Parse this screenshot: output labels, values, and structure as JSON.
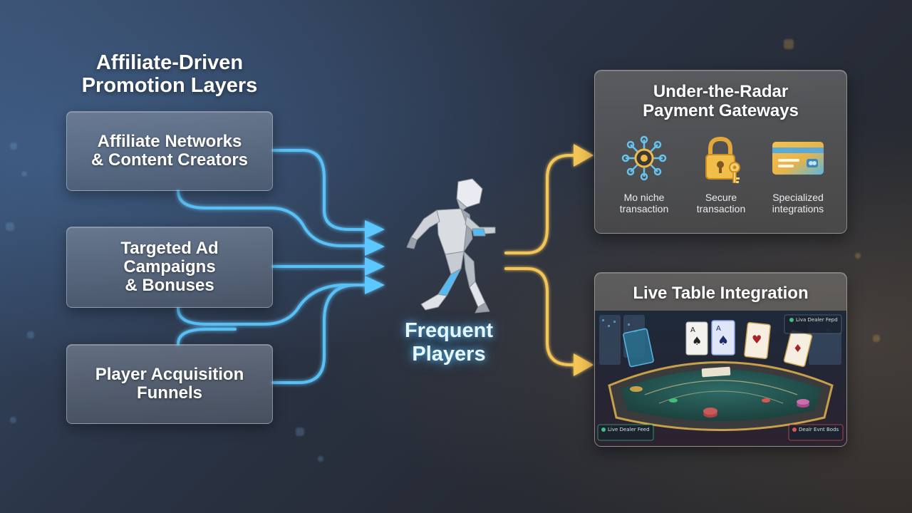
{
  "left": {
    "title": "Affiliate-Driven\nPromotion Layers",
    "boxes": [
      {
        "label": "Affiliate Networks\n& Content Creators"
      },
      {
        "label": "Targeted Ad\nCampaigns\n& Bonuses"
      },
      {
        "label": "Player Acquisition\nFunnels"
      }
    ]
  },
  "center": {
    "label": "Frequent\nPlayers",
    "icon": "running-person-icon"
  },
  "gateways": {
    "title": "Under-the-Radar\nPayment Gateways",
    "items": [
      {
        "icon": "network-hub-icon",
        "label": "Mo niche\ntransaction"
      },
      {
        "icon": "padlock-key-icon",
        "label": "Secure\ntransaction"
      },
      {
        "icon": "credit-card-icon",
        "label": "Specialized\nintegrations"
      }
    ]
  },
  "live": {
    "title": "Live Table Integration",
    "feed_labels": [
      "Liva Dealer Fepd",
      "Live Dealer Feed",
      "Dealr Evnt Bods"
    ]
  },
  "colors": {
    "flow_blue": "#5cc8ff",
    "flow_gold": "#f3c456"
  }
}
